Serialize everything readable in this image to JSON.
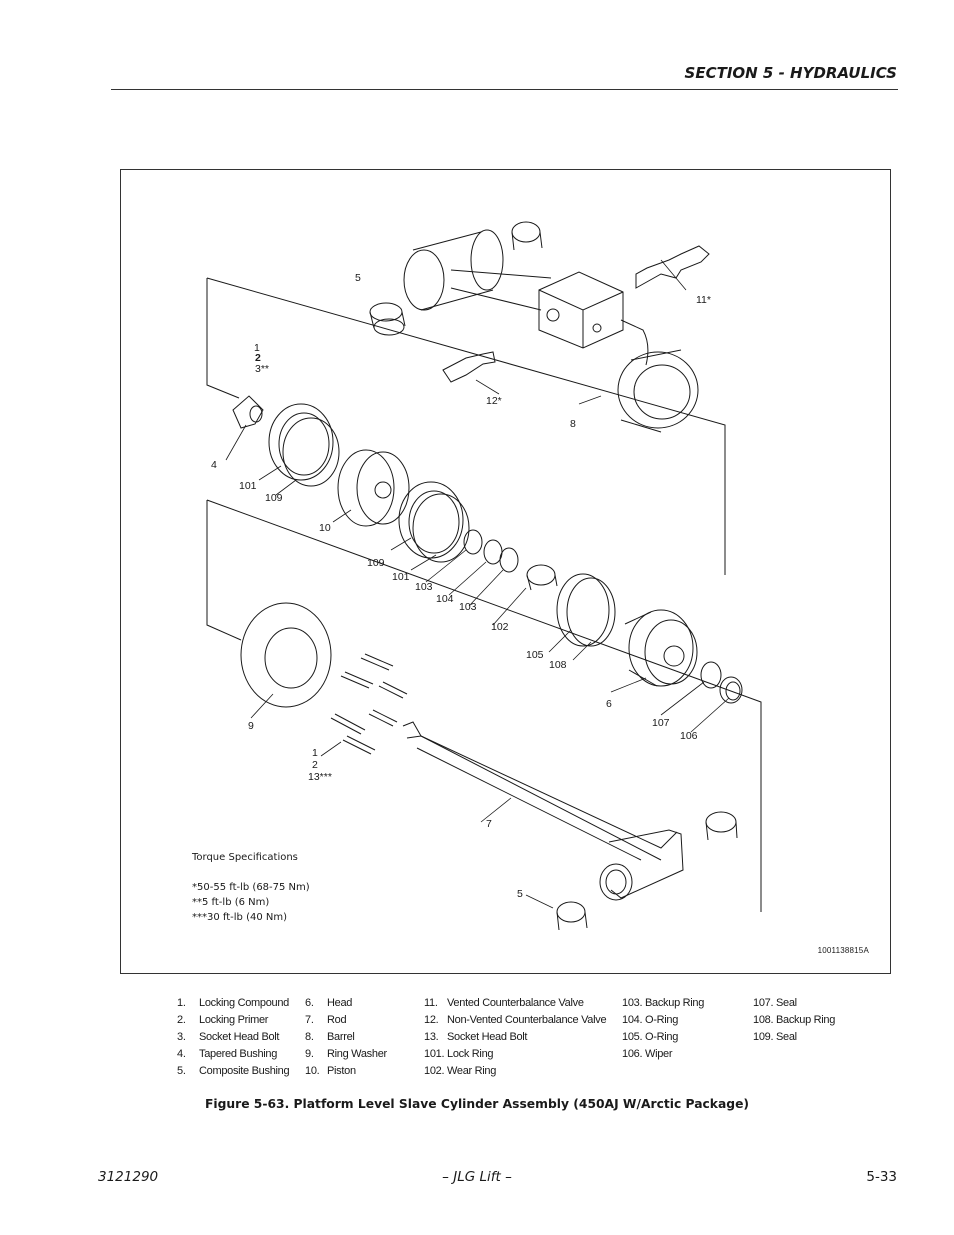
{
  "header": {
    "section_title": "SECTION 5 - HYDRAULICS"
  },
  "figure": {
    "callouts": {
      "c5_top": "5",
      "c11": "11*",
      "c1_top": "1",
      "c2_top": "2",
      "c3": "3**",
      "c12": "12*",
      "c8": "8",
      "c4": "4",
      "c101_a": "101",
      "c109_a": "109",
      "c10": "10",
      "c109_b": "109",
      "c101_b": "101",
      "c103_a": "103",
      "c104": "104",
      "c103_b": "103",
      "c102": "102",
      "c105": "105",
      "c108": "108",
      "c6": "6",
      "c107": "107",
      "c106": "106",
      "c9": "9",
      "c1_bot": "1",
      "c2_bot": "2",
      "c13": "13***",
      "c7": "7",
      "c5_bot": "5"
    },
    "torque": {
      "title": "Torque Specifications",
      "lines": [
        "*50-55 ft-lb (68-75 Nm)",
        "**5 ft-lb (6 Nm)",
        "***30 ft-lb (40 Nm)"
      ]
    },
    "drawing_id": "1001138815A"
  },
  "legend": {
    "col1": [
      {
        "num": "1.",
        "text": "Locking Compound"
      },
      {
        "num": "2.",
        "text": "Locking Primer"
      },
      {
        "num": "3.",
        "text": "Socket Head Bolt"
      },
      {
        "num": "4.",
        "text": "Tapered Bushing"
      },
      {
        "num": "5.",
        "text": "Composite Bushing"
      }
    ],
    "col2": [
      {
        "num": "6.",
        "text": "Head"
      },
      {
        "num": "7.",
        "text": "Rod"
      },
      {
        "num": "8.",
        "text": "Barrel"
      },
      {
        "num": "9.",
        "text": "Ring Washer"
      },
      {
        "num": "10.",
        "text": "Piston"
      }
    ],
    "col3": [
      {
        "num": "11.",
        "text": "Vented Counterbalance Valve"
      },
      {
        "num": "12.",
        "text": "Non-Vented Counterbalance Valve"
      },
      {
        "num": "13.",
        "text": "Socket Head Bolt"
      },
      {
        "num": "101.",
        "text": "Lock Ring"
      },
      {
        "num": "102.",
        "text": "Wear Ring"
      }
    ],
    "col4": [
      {
        "num": "103.",
        "text": "Backup Ring"
      },
      {
        "num": "104.",
        "text": "O-Ring"
      },
      {
        "num": "105.",
        "text": "O-Ring"
      },
      {
        "num": "106.",
        "text": "Wiper"
      }
    ],
    "col5": [
      {
        "num": "107.",
        "text": "Seal"
      },
      {
        "num": "108.",
        "text": "Backup Ring"
      },
      {
        "num": "109.",
        "text": "Seal"
      }
    ]
  },
  "caption": "Figure 5-63.  Platform Level Slave Cylinder Assembly (450AJ W/Arctic Package)",
  "footer": {
    "doc_number": "3121290",
    "center": "– JLG Lift –",
    "page": "5-33"
  }
}
